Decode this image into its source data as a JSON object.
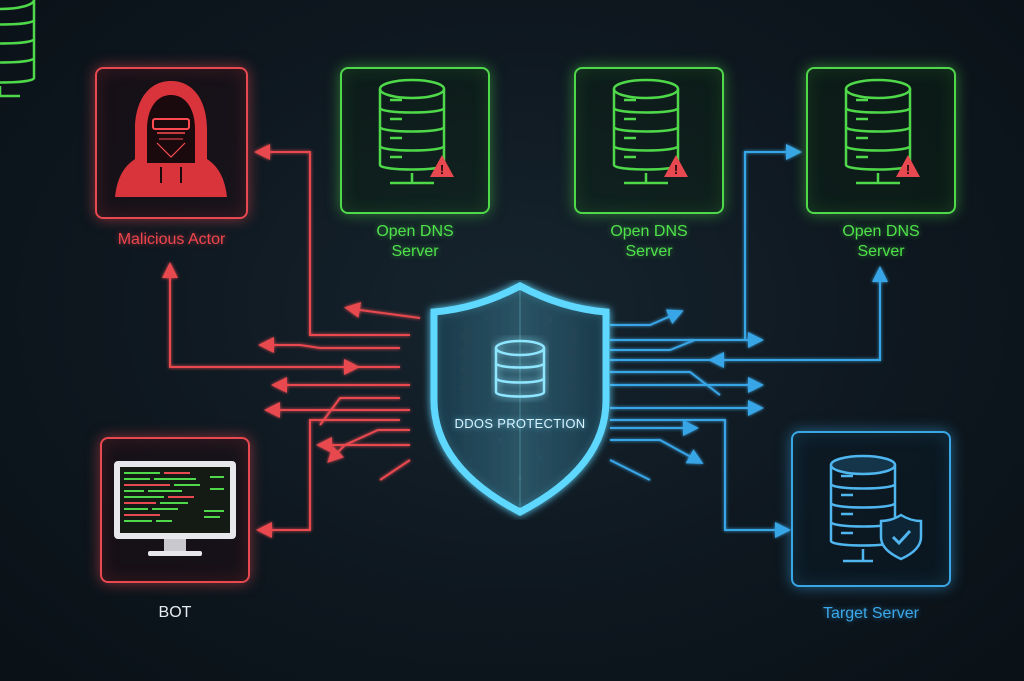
{
  "nodes": {
    "malicious_actor": {
      "label": "Malicious Actor",
      "icon": "hooded-hacker-icon",
      "color": "#e8484f"
    },
    "bot": {
      "label": "BOT",
      "icon": "computer-monitor-icon",
      "color": "#e8484f"
    },
    "dns_servers": [
      {
        "label_line1": "Open DNS",
        "label_line2": "Server",
        "icon": "dns-server-warning-icon",
        "color": "#4fd84a"
      },
      {
        "label_line1": "Open DNS",
        "label_line2": "Server",
        "icon": "dns-server-warning-icon",
        "color": "#4fd84a"
      },
      {
        "label_line1": "Open DNS",
        "label_line2": "Server",
        "icon": "dns-server-warning-icon",
        "color": "#4fd84a"
      }
    ],
    "target_server": {
      "label": "Target Server",
      "icon": "secure-server-icon",
      "color": "#39a6e6"
    },
    "protection": {
      "label": "DDOS PROTECTION",
      "icon": "shield-database-icon",
      "color": "#5fd8ff"
    }
  },
  "colors": {
    "background": "#0e171f",
    "attack": "#e8484f",
    "dns": "#4fd84a",
    "legit": "#39a6e6"
  }
}
